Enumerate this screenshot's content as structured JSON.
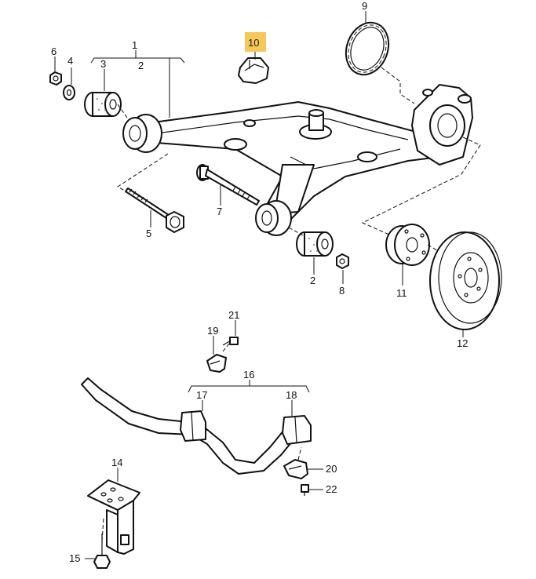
{
  "callouts": {
    "c1": "1",
    "c2a": "2",
    "c2b": "2",
    "c3": "3",
    "c4": "4",
    "c5": "5",
    "c6": "6",
    "c7": "7",
    "c8": "8",
    "c9": "9",
    "c10": "10",
    "c11": "11",
    "c12": "12",
    "c14": "14",
    "c15": "15",
    "c16": "16",
    "c17": "17",
    "c18": "18",
    "c19": "19",
    "c20": "20",
    "c21": "21",
    "c22": "22"
  },
  "highlight": {
    "part": "10",
    "color": "#f6c85a"
  }
}
